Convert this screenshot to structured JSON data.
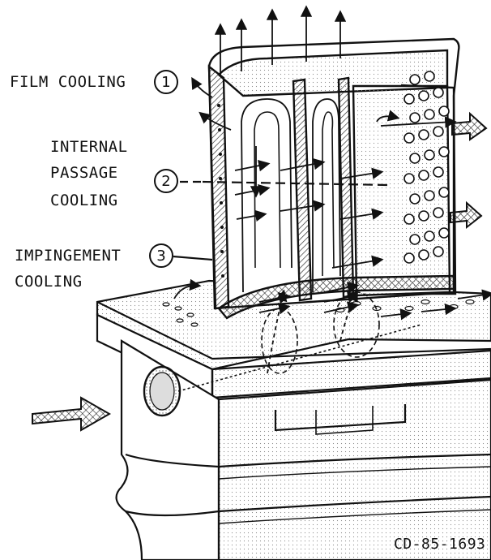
{
  "labels": {
    "film": {
      "text": "FILM COOLING",
      "number": "1"
    },
    "internal": {
      "lines": [
        "INTERNAL",
        "PASSAGE",
        "COOLING"
      ],
      "number": "2"
    },
    "impingement": {
      "lines": [
        "IMPINGEMENT",
        "COOLING"
      ],
      "number": "3"
    },
    "code": "CD-85-1693"
  },
  "icons": [
    "turbine-blade-cutaway",
    "airflow-arrows",
    "inlet-arrow",
    "outlet-arrows"
  ],
  "colors": {
    "ink": "#111111",
    "paper": "#ffffff",
    "stipple": "#bbbbbb"
  }
}
